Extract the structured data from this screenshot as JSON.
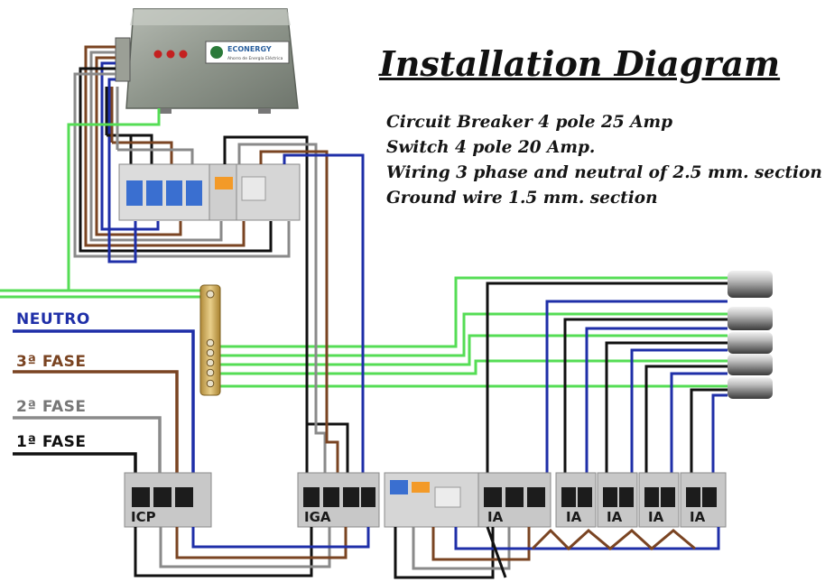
{
  "title": "Installation Diagram",
  "specs": [
    "Circuit Breaker 4 pole 25 Amp",
    "Switch 4 pole 20 Amp.",
    "Wiring 3 phase and neutral of 2.5 mm. section",
    "Ground wire 1.5 mm. section"
  ],
  "inputs": {
    "neutro": "NEUTRO",
    "fase3": "3ª FASE",
    "fase2": "2ª FASE",
    "fase1": "1ª FASE"
  },
  "panel": {
    "icp": "ICP",
    "iga": "IGA",
    "ia_1": "IA",
    "ia_2": "IA",
    "ia_3": "IA",
    "ia_4": "IA",
    "ia_5": "IA"
  },
  "device": {
    "brand": "ECONERGY",
    "brand_sub": "Ahorro de Energía Eléctrica"
  },
  "colors": {
    "neutral": "#1f2fa8",
    "phase3": "#7a4422",
    "phase2": "#8a8a8a",
    "phase1": "#111111",
    "ground": "#55dd55",
    "label_phase2": "#777777",
    "label_phase3": "#7a4422",
    "label_neutral": "#1f2fa8"
  }
}
